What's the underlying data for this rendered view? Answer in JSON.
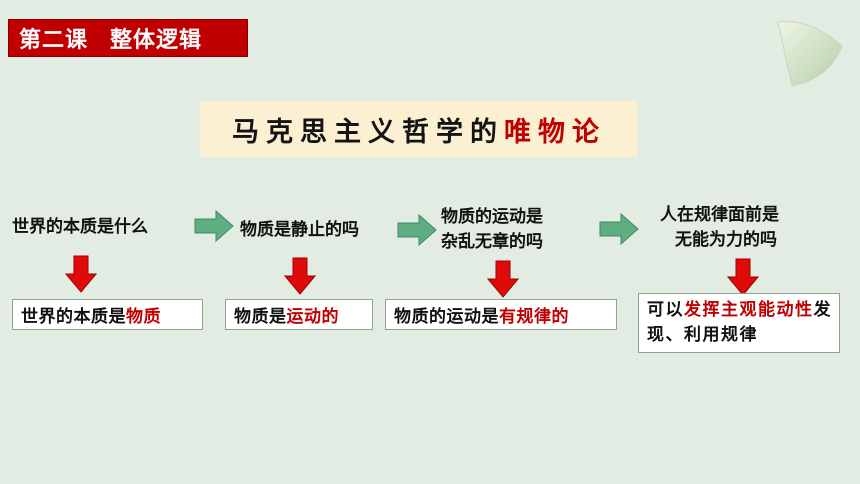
{
  "header": {
    "lesson": "第二课",
    "topic": "整体逻辑"
  },
  "title": {
    "prefix": "马克思主义哲学的",
    "highlight": "唯物论"
  },
  "flow": {
    "questions": [
      {
        "line1": "世界的本质是什么",
        "line2": ""
      },
      {
        "line1": "物质是静止的吗",
        "line2": ""
      },
      {
        "line1": "物质的运动是",
        "line2": "杂乱无章的吗"
      },
      {
        "line1": "人在规律面前是",
        "line2": "无能为力的吗"
      }
    ],
    "answers": [
      {
        "plain": "世界的本质是",
        "red": "物质"
      },
      {
        "plain": "物质是",
        "red": "运动的"
      },
      {
        "plain": "物质的运动是",
        "red": "有规律的"
      },
      {
        "plain_lead": "可以",
        "red": "发挥主观能动性",
        "plain_tail": "发现、利用规律"
      }
    ]
  },
  "colors": {
    "accent_red": "#c00000",
    "arrow_green": "#5fae82",
    "background": "#e2ece3",
    "title_bg": "#fbf0d2"
  }
}
